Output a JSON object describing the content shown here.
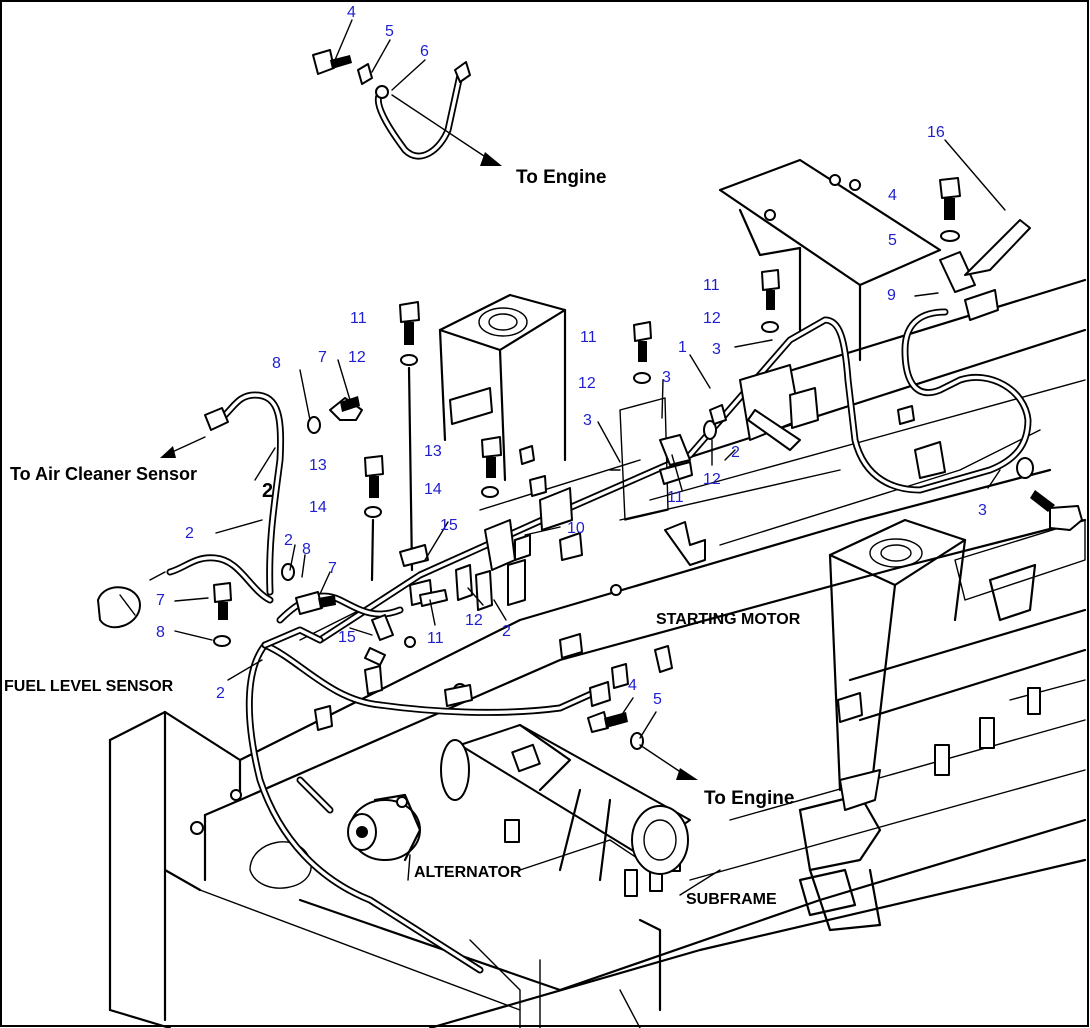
{
  "colors": {
    "callout": "#1f1fcf",
    "line": "#000000",
    "background": "#ffffff"
  },
  "labels": {
    "to_engine_top": "To Engine",
    "to_engine_bottom": "To Engine",
    "to_air_cleaner_sensor": "To Air Cleaner Sensor",
    "fuel_level_sensor": "FUEL LEVEL SENSOR",
    "starting_motor": "STARTING MOTOR",
    "alternator": "ALTERNATOR",
    "subframe": "SUBFRAME",
    "black_2_left": "2"
  },
  "callouts": [
    {
      "id": "c4a",
      "text": "4"
    },
    {
      "id": "c5a",
      "text": "5"
    },
    {
      "id": "c6",
      "text": "6"
    },
    {
      "id": "c16",
      "text": "16"
    },
    {
      "id": "c4b",
      "text": "4"
    },
    {
      "id": "c5b",
      "text": "5"
    },
    {
      "id": "c9",
      "text": "9"
    },
    {
      "id": "c11a",
      "text": "11"
    },
    {
      "id": "c12a",
      "text": "12"
    },
    {
      "id": "c3a",
      "text": "3"
    },
    {
      "id": "c1",
      "text": "1"
    },
    {
      "id": "c11b",
      "text": "11"
    },
    {
      "id": "c12b",
      "text": "12"
    },
    {
      "id": "c3b",
      "text": "3"
    },
    {
      "id": "c3c",
      "text": "3"
    },
    {
      "id": "c2a",
      "text": "2"
    },
    {
      "id": "c12c",
      "text": "12"
    },
    {
      "id": "c11c",
      "text": "11"
    },
    {
      "id": "c11d",
      "text": "11"
    },
    {
      "id": "c12d",
      "text": "12"
    },
    {
      "id": "c8a",
      "text": "8"
    },
    {
      "id": "c7a",
      "text": "7"
    },
    {
      "id": "c13a",
      "text": "13"
    },
    {
      "id": "c13b",
      "text": "13"
    },
    {
      "id": "c14a",
      "text": "14"
    },
    {
      "id": "c14b",
      "text": "14"
    },
    {
      "id": "c15a",
      "text": "15"
    },
    {
      "id": "c10",
      "text": "10"
    },
    {
      "id": "c2b",
      "text": "2"
    },
    {
      "id": "c2c",
      "text": "2"
    },
    {
      "id": "c8b",
      "text": "8"
    },
    {
      "id": "c7b",
      "text": "7"
    },
    {
      "id": "c7c",
      "text": "7"
    },
    {
      "id": "c8c",
      "text": "8"
    },
    {
      "id": "c15b",
      "text": "15"
    },
    {
      "id": "c11e",
      "text": "11"
    },
    {
      "id": "c12e",
      "text": "12"
    },
    {
      "id": "c2d",
      "text": "2"
    },
    {
      "id": "c2e",
      "text": "2"
    },
    {
      "id": "c4c",
      "text": "4"
    },
    {
      "id": "c5c",
      "text": "5"
    },
    {
      "id": "c3d",
      "text": "3"
    }
  ]
}
